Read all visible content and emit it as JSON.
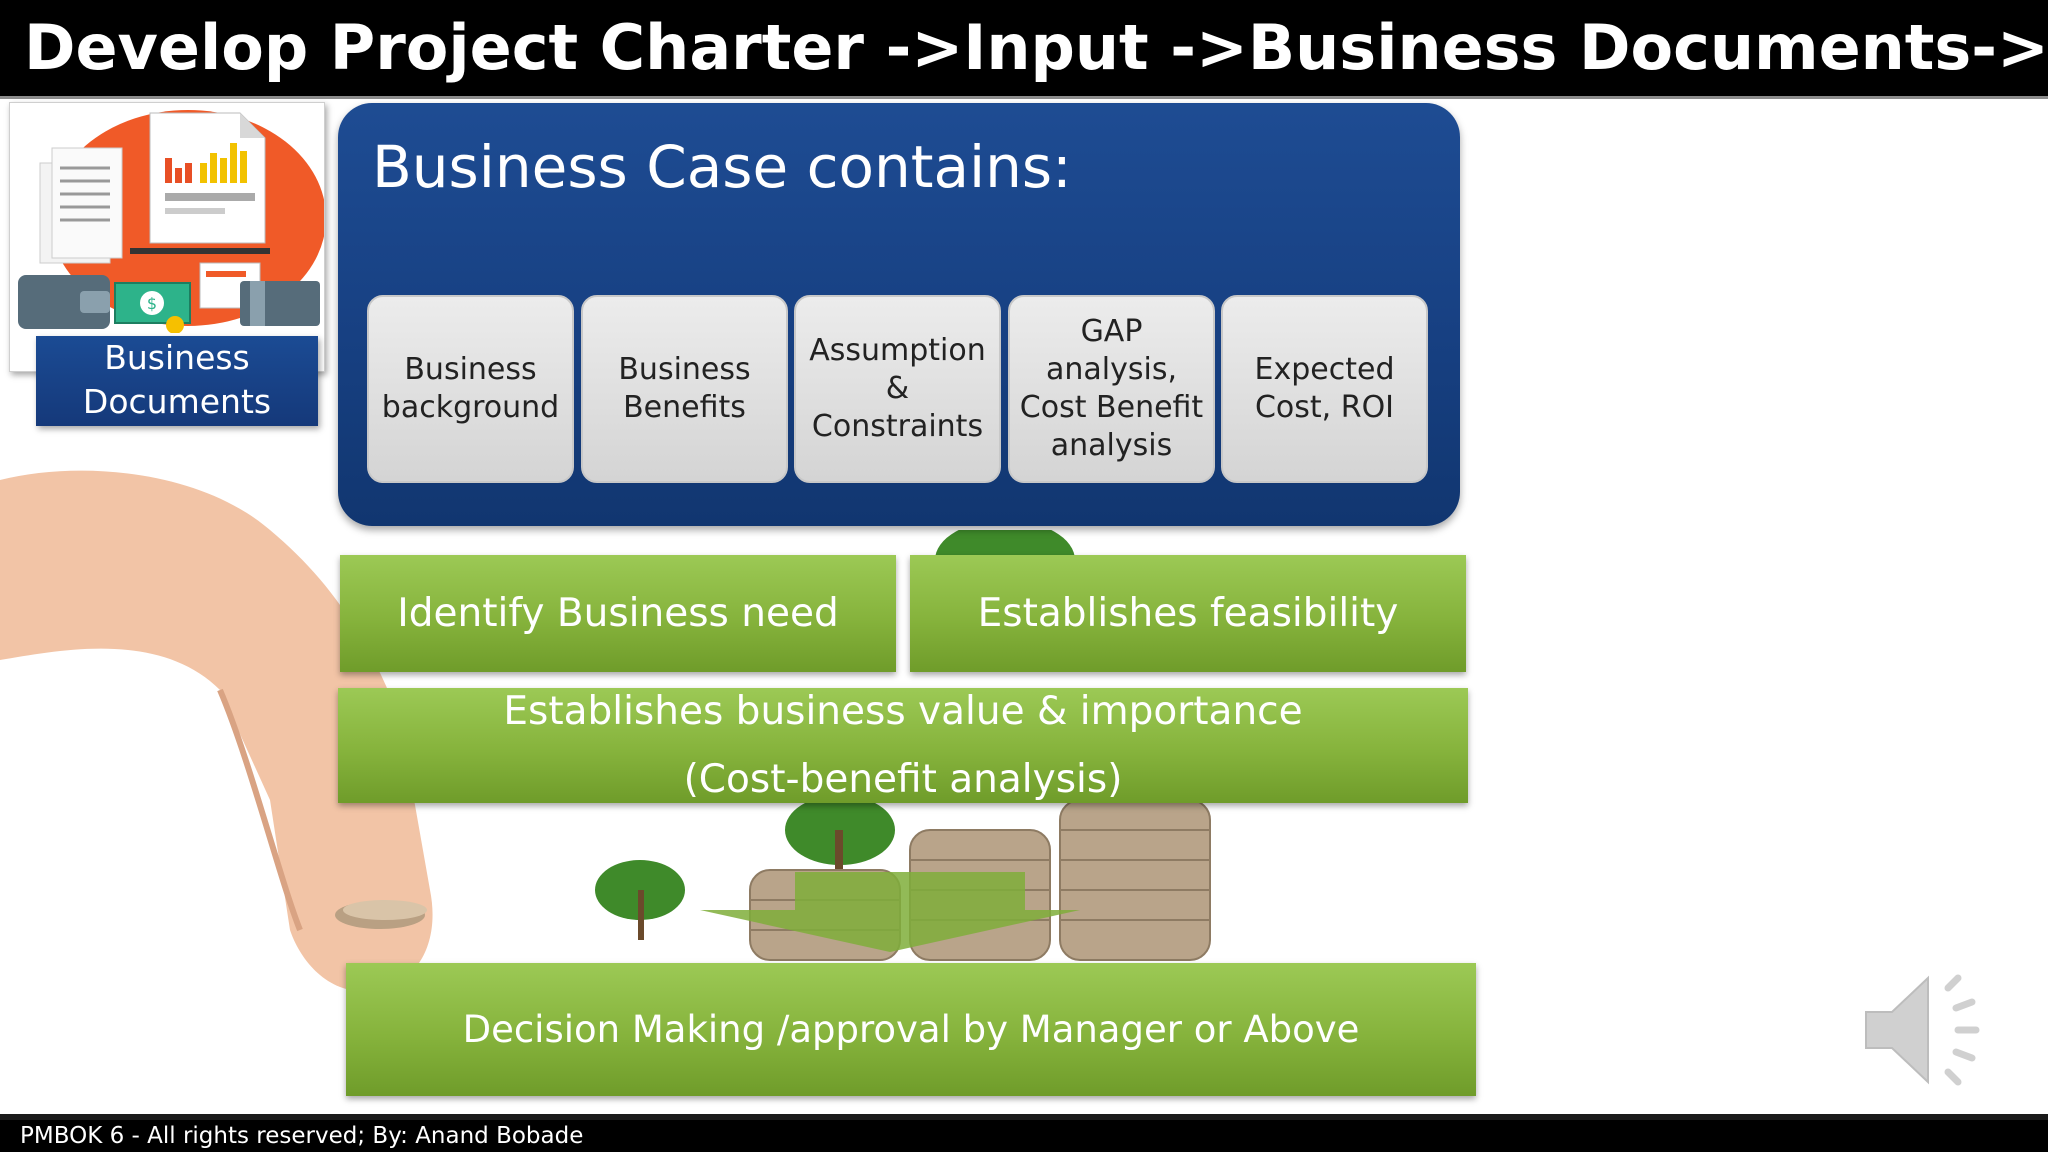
{
  "header": {
    "title": "Develop Project Charter ->Input ->Business Documents->Business Case"
  },
  "thumbnail": {
    "label_line1": "Business",
    "label_line2": "Documents",
    "icon": "business-documents-illustration"
  },
  "business_case": {
    "title": "Business Case contains:",
    "items": [
      {
        "line1": "Business",
        "line2": "background"
      },
      {
        "line1": "Business",
        "line2": "Benefits"
      },
      {
        "line1": "Assumption",
        "line2": "&",
        "line3": "Constraints"
      },
      {
        "line1": "GAP",
        "line2": "analysis,",
        "line3": "Cost Benefit",
        "line4": "analysis"
      },
      {
        "line1": "Expected",
        "line2": "Cost, ROI"
      }
    ]
  },
  "steps": {
    "need": "Identify Business need",
    "feasibility": "Establishes feasibility",
    "value_line1": "Establishes business value & importance",
    "value_line2": "(Cost-benefit analysis)",
    "decision": "Decision Making /approval by Manager or Above"
  },
  "audio": {
    "icon": "speaker-icon"
  },
  "footer": {
    "text": "PMBOK 6 - All rights reserved; By: Anand Bobade"
  },
  "colors": {
    "blue": "#174082",
    "green": "#86b33c",
    "title_bg": "#000000"
  }
}
